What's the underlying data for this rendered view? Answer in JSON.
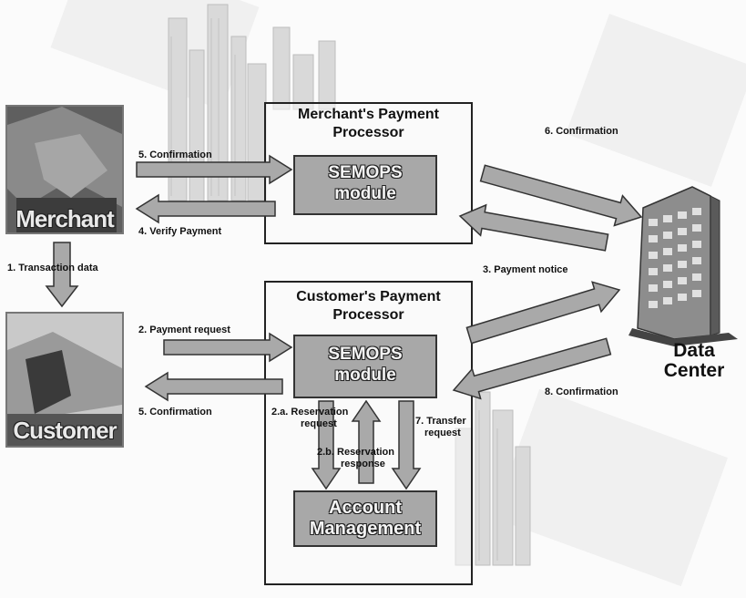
{
  "merchant": {
    "label": "Merchant"
  },
  "customer": {
    "label": "Customer"
  },
  "merchant_processor": {
    "title_line1": "Merchant's Payment",
    "title_line2": "Processor",
    "module_line1": "SEMOPS",
    "module_line2": "module"
  },
  "customer_processor": {
    "title_line1": "Customer's Payment",
    "title_line2": "Processor",
    "module_line1": "SEMOPS",
    "module_line2": "module"
  },
  "account_management": {
    "line1": "Account",
    "line2": "Management"
  },
  "data_center": {
    "line1": "Data",
    "line2": "Center"
  },
  "labels": {
    "transaction_data": "1. Transaction data",
    "payment_request": "2. Payment request",
    "reservation_request_1": "2.a. Reservation",
    "reservation_request_2": "request",
    "reservation_response_1": "2.b. Reservation",
    "reservation_response_2": "response",
    "transfer_request_1": "7. Transfer",
    "transfer_request_2": "request",
    "payment_notice": "3. Payment notice",
    "verify_payment": "4. Verify Payment",
    "confirmation_merchant": "5. Confirmation",
    "confirmation_dc_top": "6. Confirmation",
    "confirmation_dc_bottom": "8. Confirmation",
    "confirmation_customer": "5. Confirmation"
  },
  "colors": {
    "arrow_fill": "#a9a9a9",
    "arrow_stroke": "#333333",
    "module_fill": "#a8a8a8"
  }
}
